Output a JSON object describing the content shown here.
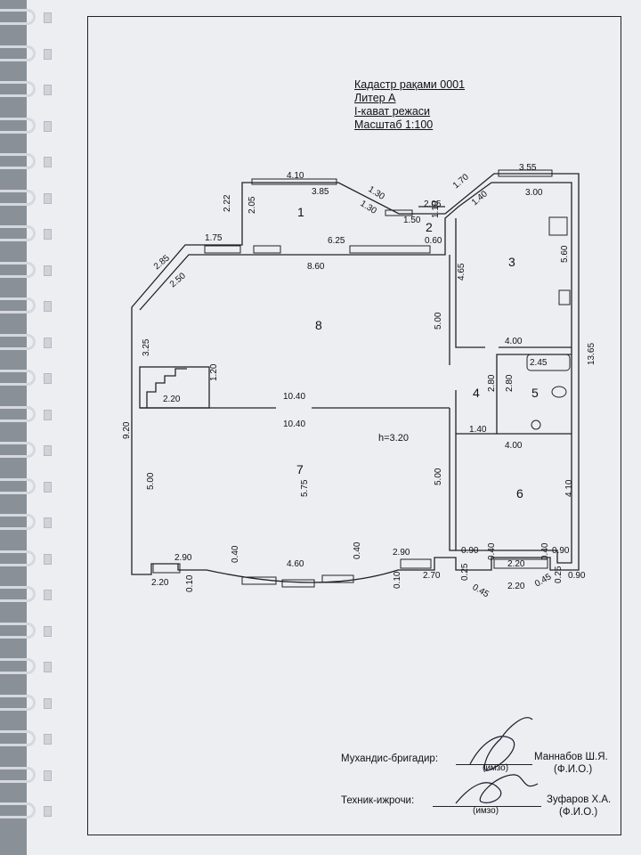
{
  "title_block": {
    "cadastre": "Кадастр рақами 0001",
    "liter": "Литер А",
    "floor": "I-кават режаси",
    "scale": "Масштаб 1:100"
  },
  "rooms": [
    {
      "id": "1",
      "label": "1"
    },
    {
      "id": "2",
      "label": "2"
    },
    {
      "id": "3",
      "label": "3"
    },
    {
      "id": "4",
      "label": "4"
    },
    {
      "id": "5",
      "label": "5"
    },
    {
      "id": "6",
      "label": "6"
    },
    {
      "id": "7",
      "label": "7"
    },
    {
      "id": "8",
      "label": "8"
    }
  ],
  "height_note": "h=3.20",
  "dimensions": [
    "4.10",
    "3.85",
    "1.30",
    "1.30",
    "2.05",
    "1.50",
    "1.10",
    "0.60",
    "1.70",
    "3.55",
    "1.40",
    "3.00",
    "2.22",
    "2.05",
    "1.75",
    "6.25",
    "8.60",
    "2.85",
    "2.50",
    "4.65",
    "5.60",
    "5.00",
    "4.00",
    "2.45",
    "3.25",
    "1.20",
    "2.20",
    "10.40",
    "10.40",
    "2.80",
    "2.80",
    "13.65",
    "1.40",
    "4.00",
    "9.20",
    "5.00",
    "5.75",
    "5.00",
    "4.10",
    "0.90",
    "0.40",
    "2.20",
    "0.40",
    "0.90",
    "2.90",
    "0.40",
    "4.60",
    "0.40",
    "2.90",
    "2.20",
    "0.10",
    "0.10",
    "2.70",
    "0.25",
    "0.45",
    "2.20",
    "0.45",
    "0.25",
    "0.90"
  ],
  "signatures": {
    "engineer_role": "Мухандис-бригадир:",
    "engineer_name": "Маннабов Ш.Я.",
    "engineer_fio": "(Ф.И.О.)",
    "engineer_sign": "(имзо)",
    "technician_role": "Техник-ижрочи:",
    "technician_name": "Зуфаров Х.А.",
    "technician_fio": "(Ф.И.О.)",
    "technician_sign": "(имзо)"
  }
}
